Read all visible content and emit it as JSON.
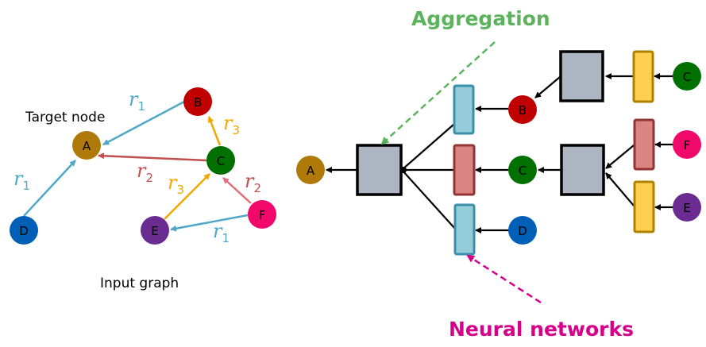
{
  "input_graph": {
    "caption": "Input graph",
    "target_label": "Target node",
    "nodes": [
      {
        "id": "A",
        "color": "#B07A0A"
      },
      {
        "id": "B",
        "color": "#C00000"
      },
      {
        "id": "C",
        "color": "#007000"
      },
      {
        "id": "D",
        "color": "#0060B8"
      },
      {
        "id": "E",
        "color": "#6A2C91"
      },
      {
        "id": "F",
        "color": "#F0086A"
      }
    ],
    "edges": [
      {
        "from": "B",
        "to": "A",
        "relation": "r",
        "sub": "1",
        "color": "#4FA8C6"
      },
      {
        "from": "C",
        "to": "A",
        "relation": "r",
        "sub": "2",
        "color": "#C0504D"
      },
      {
        "from": "D",
        "to": "A",
        "relation": "r",
        "sub": "1",
        "color": "#4FA8C6"
      },
      {
        "from": "C",
        "to": "B",
        "relation": "r",
        "sub": "3",
        "color": "#F0A800"
      },
      {
        "from": "E",
        "to": "C",
        "relation": "r",
        "sub": "3",
        "color": "#F0A800"
      },
      {
        "from": "F",
        "to": "C",
        "relation": "r",
        "sub": "2",
        "color": "#E0707A"
      },
      {
        "from": "F",
        "to": "E",
        "relation": "r",
        "sub": "1",
        "color": "#4FA8C6"
      }
    ]
  },
  "computation_graph": {
    "aggregation_label": "Aggregation",
    "aggregation_color": "#5DB35D",
    "neural_networks_label": "Neural networks",
    "neural_networks_color": "#D6008A",
    "root": "A",
    "level1": [
      "B",
      "C",
      "D"
    ],
    "level2_for_B": [
      "C"
    ],
    "level2_for_C": [
      "F",
      "E"
    ],
    "box_colors": {
      "aggregator_fill": "#ADB5C2",
      "r1_fill": "#96CDDB",
      "r1_stroke": "#3A8FAA",
      "r2_fill": "#DA8484",
      "r2_stroke": "#933434",
      "r3_fill": "#FFD050",
      "r3_stroke": "#B08000"
    }
  }
}
